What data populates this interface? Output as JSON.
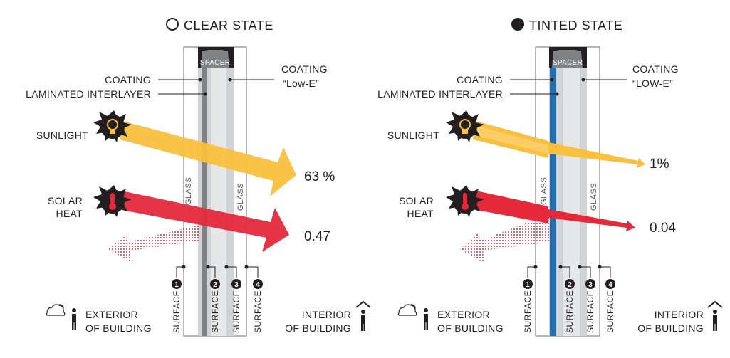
{
  "panels": [
    {
      "state_title": "CLEAR STATE",
      "coating_left": "COATING",
      "interlayer": "LAMINATED INTERLAYER",
      "coating_right_line1": "COATING",
      "coating_right_line2": "“Low-E”",
      "spacer": "SPACER",
      "glass_left": "GLASS",
      "glass_right": "GLASS",
      "sunlight": "SUNLIGHT",
      "solar_line1": "SOLAR",
      "solar_line2": "HEAT",
      "sunlight_value": "63 %",
      "solar_value": "0.47",
      "exterior_line1": "EXTERIOR",
      "exterior_line2": "OF BUILDING",
      "interior_line1": "INTERIOR",
      "interior_line2": "OF BUILDING",
      "surfaces": [
        {
          "label": "SURFACE",
          "num": "1"
        },
        {
          "label": "SURFACE",
          "num": "2"
        },
        {
          "label": "SURFACE",
          "num": "3"
        },
        {
          "label": "SURFACE",
          "num": "4"
        }
      ],
      "state_indicator": "open-circle-icon",
      "interlayer_color": "#6d6e71"
    },
    {
      "state_title": "TINTED STATE",
      "coating_left": "COATING",
      "interlayer": "LAMINATED INTERLAYER",
      "coating_right_line1": "COATING",
      "coating_right_line2": "“LOW-E”",
      "spacer": "SPACER",
      "glass_left": "GLASS",
      "glass_right": "GLASS",
      "sunlight": "SUNLIGHT",
      "solar_line1": "SOLAR",
      "solar_line2": "HEAT",
      "sunlight_value": "1%",
      "solar_value": "0.04",
      "exterior_line1": "EXTERIOR",
      "exterior_line2": "OF BUILDING",
      "interior_line1": "INTERIOR",
      "interior_line2": "OF BUILDING",
      "surfaces": [
        {
          "label": "SURFACE",
          "num": "1"
        },
        {
          "label": "SURFACE",
          "num": "2"
        },
        {
          "label": "SURFACE",
          "num": "3"
        },
        {
          "label": "SURFACE",
          "num": "4"
        }
      ],
      "state_indicator": "filled-circle-icon",
      "interlayer_color": "#1f6fb2"
    }
  ],
  "colors": {
    "sunlight_arrow": "#f9c03e",
    "solar_arrow": "#e4293b",
    "glass": "#d1d3d4",
    "glass_dark": "#a7a9ac",
    "tint": "#1f6fb2",
    "spacer": "#231f20"
  }
}
